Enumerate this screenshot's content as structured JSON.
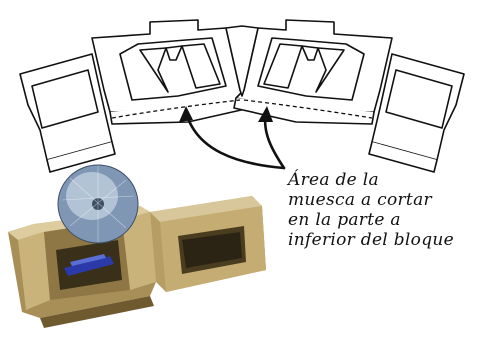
{
  "caption": {
    "lines": [
      "Área de la",
      "muesca a cortar",
      "en la parte a",
      "inferior del bloque"
    ]
  },
  "colors": {
    "line": "#111111",
    "block_fill": "#ffffff",
    "stone_light": "#d8c79a",
    "stone_mid": "#b59d63",
    "stone_dark": "#6e5a2e",
    "saw_blade": "#7f97b5",
    "saw_blade_light": "#c9d5e4",
    "saw_body": "#2b3aa8"
  },
  "icons": {
    "arrows": "curved-arrow-icon",
    "saw": "circular-saw-icon",
    "block_photo": "concrete-block-icon"
  }
}
